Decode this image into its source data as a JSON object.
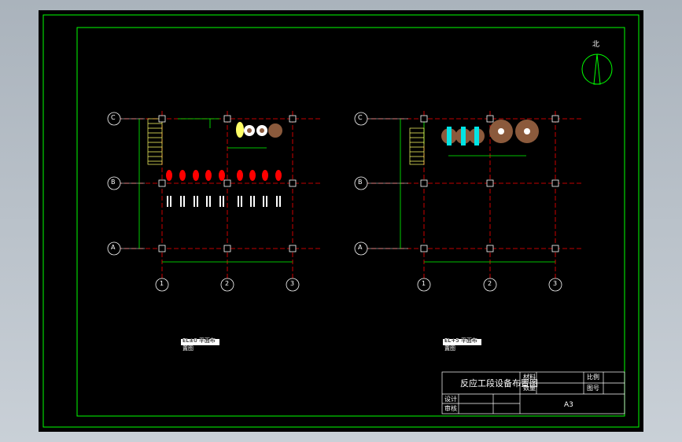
{
  "title_block": {
    "drawing_title": "反应工段设备布置图",
    "material_label": "材料",
    "quantity_label": "数量",
    "scale_label": "比例",
    "drawing_no_label": "图号",
    "designer_label": "设计",
    "checker_label": "审核",
    "code": "A3"
  },
  "north_label": "北",
  "grid": {
    "rows": [
      "C",
      "B",
      "A"
    ],
    "cols": [
      "1",
      "2",
      "3"
    ]
  },
  "colors": {
    "frame": "#00ff00",
    "axis": "#ff0000",
    "equipment_red": "#ff0000",
    "tank_brown": "#8b5a3c",
    "tank_cyan": "#00e5e5"
  },
  "plan_left": {
    "caption": "EL±0 平面布置图"
  },
  "plan_right": {
    "caption": "EL+5 平面布置图"
  }
}
